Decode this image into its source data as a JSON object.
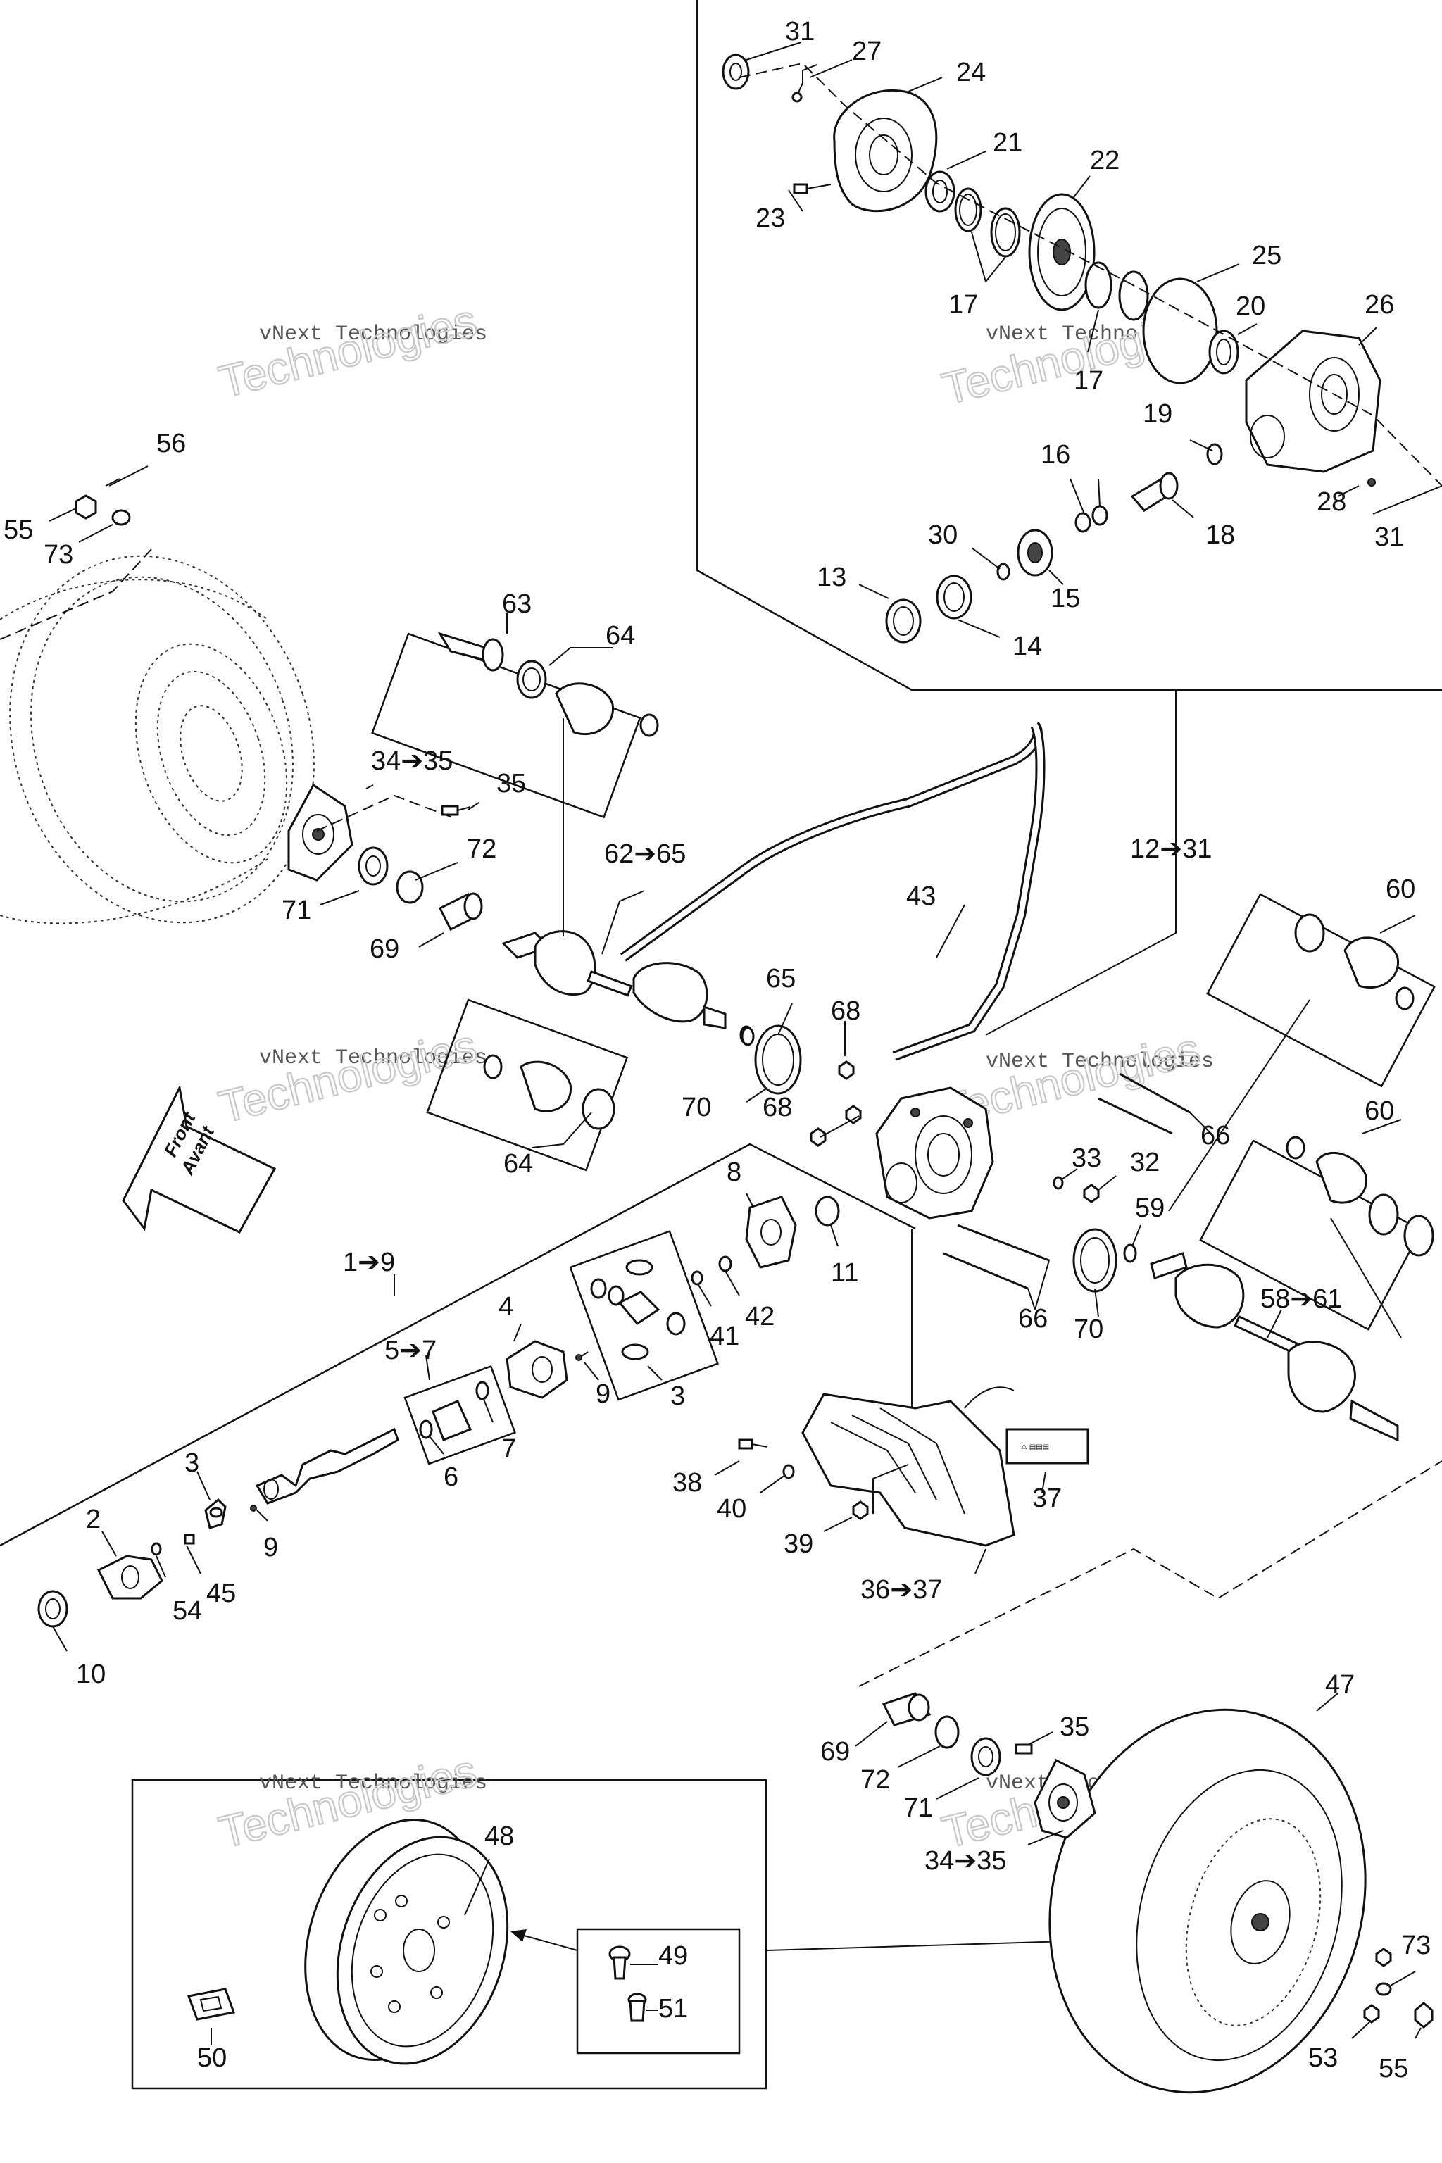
{
  "diagram": {
    "watermark_line1": "vNext Technologies",
    "watermark_line2": "Technologies",
    "direction_arrow": {
      "line1": "Front",
      "line2": "Avant"
    },
    "warning_label_icon": "warning-decal-icon",
    "callouts": {
      "c31a": "31",
      "c27": "27",
      "c24": "24",
      "c21": "21",
      "c22": "22",
      "c23": "23",
      "c17a": "17",
      "c17b": "17",
      "c25": "25",
      "c20": "20",
      "c26": "26",
      "c19": "19",
      "c16": "16",
      "c18": "18",
      "c28": "28",
      "c31b": "31",
      "c30": "30",
      "c13": "13",
      "c15": "15",
      "c14": "14",
      "c56": "56",
      "c55a": "55",
      "c73a": "73",
      "c63": "63",
      "c64a": "64",
      "c34a": "34➔35",
      "c35a": "35",
      "c72a": "72",
      "c71a": "71",
      "c69a": "69",
      "c62": "62➔65",
      "c12": "12➔31",
      "c43": "43",
      "c65": "65",
      "c68a": "68",
      "c68b": "68",
      "c70a": "70",
      "c64b": "64",
      "c60a": "60",
      "c60b": "60",
      "c66a": "66",
      "c33": "33",
      "c32": "32",
      "c59": "59",
      "c66b": "66",
      "c70b": "70",
      "c58": "58➔61",
      "c8": "8",
      "c11": "11",
      "c1": "1➔9",
      "c4": "4",
      "c42": "42",
      "c41": "41",
      "c9a": "9",
      "c3a": "3",
      "c5": "5➔7",
      "c7": "7",
      "c6": "6",
      "c3b": "3",
      "c2": "2",
      "c9b": "9",
      "c54": "54",
      "c45": "45",
      "c10": "10",
      "c38": "38",
      "c40": "40",
      "c39": "39",
      "c37": "37",
      "c36": "36➔37",
      "c47": "47",
      "c69b": "69",
      "c72b": "72",
      "c71b": "71",
      "c35b": "35",
      "c34b": "34➔35",
      "c48": "48",
      "c49": "49",
      "c51": "51",
      "c50": "50",
      "c73b": "73",
      "c53": "53",
      "c55b": "55"
    }
  }
}
